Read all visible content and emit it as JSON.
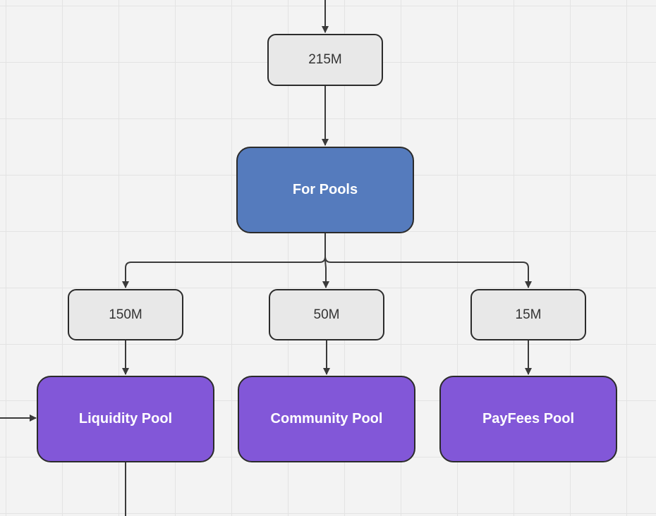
{
  "diagram": {
    "nodes": {
      "total_amount": "215M",
      "for_pools": "For Pools",
      "liquidity_amount": "150M",
      "community_amount": "50M",
      "payfees_amount": "15M",
      "liquidity_pool": "Liquidity Pool",
      "community_pool": "Community Pool",
      "payfees_pool": "PayFees Pool"
    }
  },
  "colors": {
    "amount_box": "#e8e8e8",
    "for_pools_box": "#557bbd",
    "pool_box": "#8257d8",
    "connector": "#3a3a3a"
  }
}
